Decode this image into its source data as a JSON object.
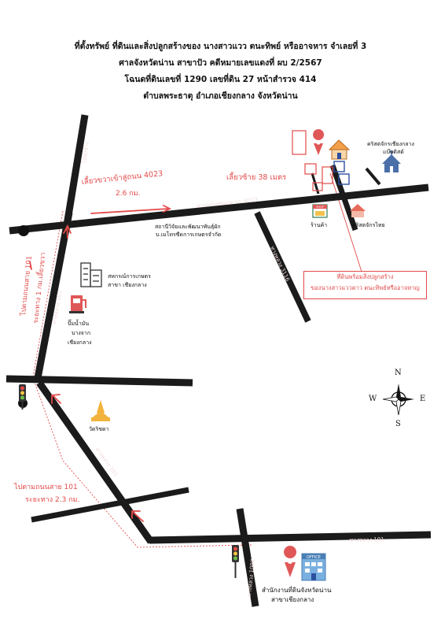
{
  "header": {
    "line1": "ที่ตั้งทรัพย์ ที่ดินและสิ่งปลูกสร้างของ นางสาวแวว ตนะทิพย์ หรืออาจหาร จำเลยที่ 3",
    "line2": "ศาลจังหวัดน่าน สาขาปัว คดีหมายเลขแดงที่ ผบ 2/2567",
    "line3": "โฉนดที่ดินเลขที่ 1290 เลขที่ดิน 27 หน้าสำรวจ 414",
    "line4": "ตำบลพระธาตุ อำเภอเชียงกลาง จังหวัดน่าน"
  },
  "directions": {
    "turn_right": "เลี้ยวขวาเข้าสู่ถนน 4023",
    "turn_right_distance": "2.6 กม.",
    "turn_left": "เลี้ยวซ้าย 38 เมตร",
    "follow_101_a": "ไปตามถนนสาย 101",
    "follow_101_a_distance": "ระยะทาง 1 กม.เลี้ยวขวา",
    "follow_101_b": "ไปตามถนนสาย 101",
    "follow_101_b_distance": "ระยะทาง 2.3 กม."
  },
  "roads": {
    "hwy_4023": "ทางหลวงชนบท นน.4023",
    "hwy_101_a": "ทางหลวง 101",
    "hwy_101_b": "ทางหลวง 101",
    "hwy_101_c": "ทางหลวง 101",
    "hwy_1097": "ทางหลวง 1097",
    "hwy_3116": "ทางหลวง 3116",
    "to_thung_chang": "ไปทุ่งช้าง"
  },
  "landmarks": {
    "church_1": "คริสตจักรเชียงกลาง",
    "church_2": "แบ๊บติสต์",
    "shop": "ร้านค้า",
    "evangelical_church": "คริสตจักรไทย",
    "college_1": "สถานีวิจัยและพัฒนาพันธุ์ผัก",
    "college_2": "บ.เมโทรซีดการเกษตรจำกัด",
    "coop_1": "สหกรณ์การเกษตร",
    "coop_2": "สาขา เชียงกลาง",
    "gas_1": "ปั๊มน้ำมัน",
    "gas_2": "บางจาก",
    "gas_3": "เชียงกลาง",
    "temple": "วัดริชดา",
    "office_1": "สำนักงานที่ดินจังหวัดน่าน",
    "office_2": "สาขาเชียงกลาง",
    "office_sign": "OFFICE",
    "shop_sign": "SHOP"
  },
  "callout": {
    "line1": "ที่ดินพร้อมสิ่งปลูกสร้าง",
    "line2": "ของนางสาวแววดาว ตนะทิพย์หรืออาจหาญ"
  },
  "compass": {
    "n": "N",
    "s": "S",
    "e": "E",
    "w": "W"
  },
  "colors": {
    "road": "#1b1b1b",
    "accent": "#e34a4a",
    "pin": "#e05757",
    "blue": "#2c4fa0"
  }
}
